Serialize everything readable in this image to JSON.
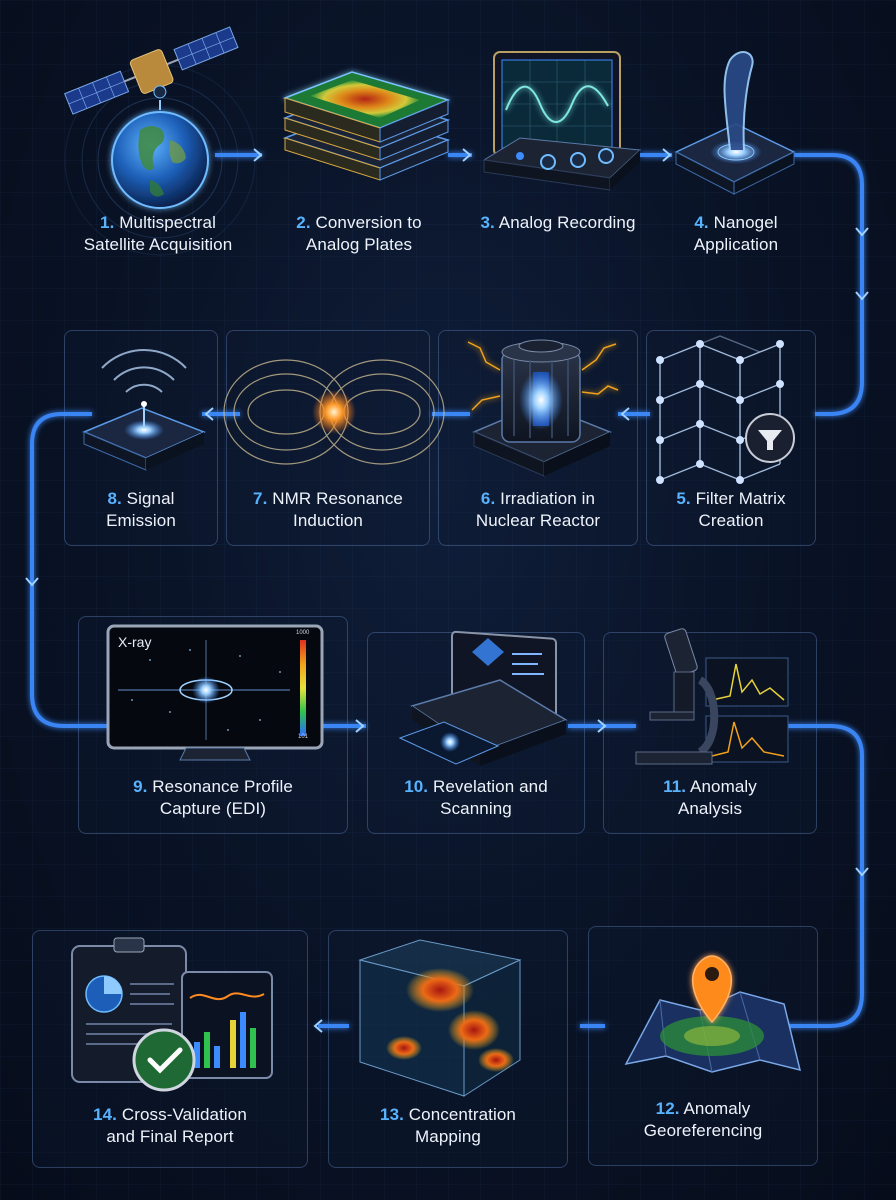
{
  "steps": [
    {
      "number": "1.",
      "label": "Multispectral\nSatellite Acquisition"
    },
    {
      "number": "2.",
      "label": "Conversion to\nAnalog Plates"
    },
    {
      "number": "3.",
      "label": "Analog Recording"
    },
    {
      "number": "4.",
      "label": "Nanogel\nApplication"
    },
    {
      "number": "5.",
      "label": "Filter Matrix\nCreation"
    },
    {
      "number": "6.",
      "label": "Irradiation in\nNuclear Reactor"
    },
    {
      "number": "7.",
      "label": "NMR Resonance\nInduction"
    },
    {
      "number": "8.",
      "label": "Signal\nEmission"
    },
    {
      "number": "9.",
      "label": "Resonance Profile\nCapture (EDI)"
    },
    {
      "number": "10.",
      "label": "Revelation and\nScanning"
    },
    {
      "number": "11.",
      "label": "Anomaly\nAnalysis"
    },
    {
      "number": "12.",
      "label": "Anomaly\nGeoreferencing"
    },
    {
      "number": "13.",
      "label": "Concentration\nMapping"
    },
    {
      "number": "14.",
      "label": "Cross-Validation\nand Final Report"
    }
  ],
  "monitor": {
    "title": "X-ray",
    "scale_top": "1000",
    "scale_bottom": "101"
  },
  "colors": {
    "accent": "#3c8cff",
    "number": "#58b3ff",
    "glow": "#7cc0ff",
    "pin": "#ff8a1f",
    "check": "#2e9e4e"
  }
}
